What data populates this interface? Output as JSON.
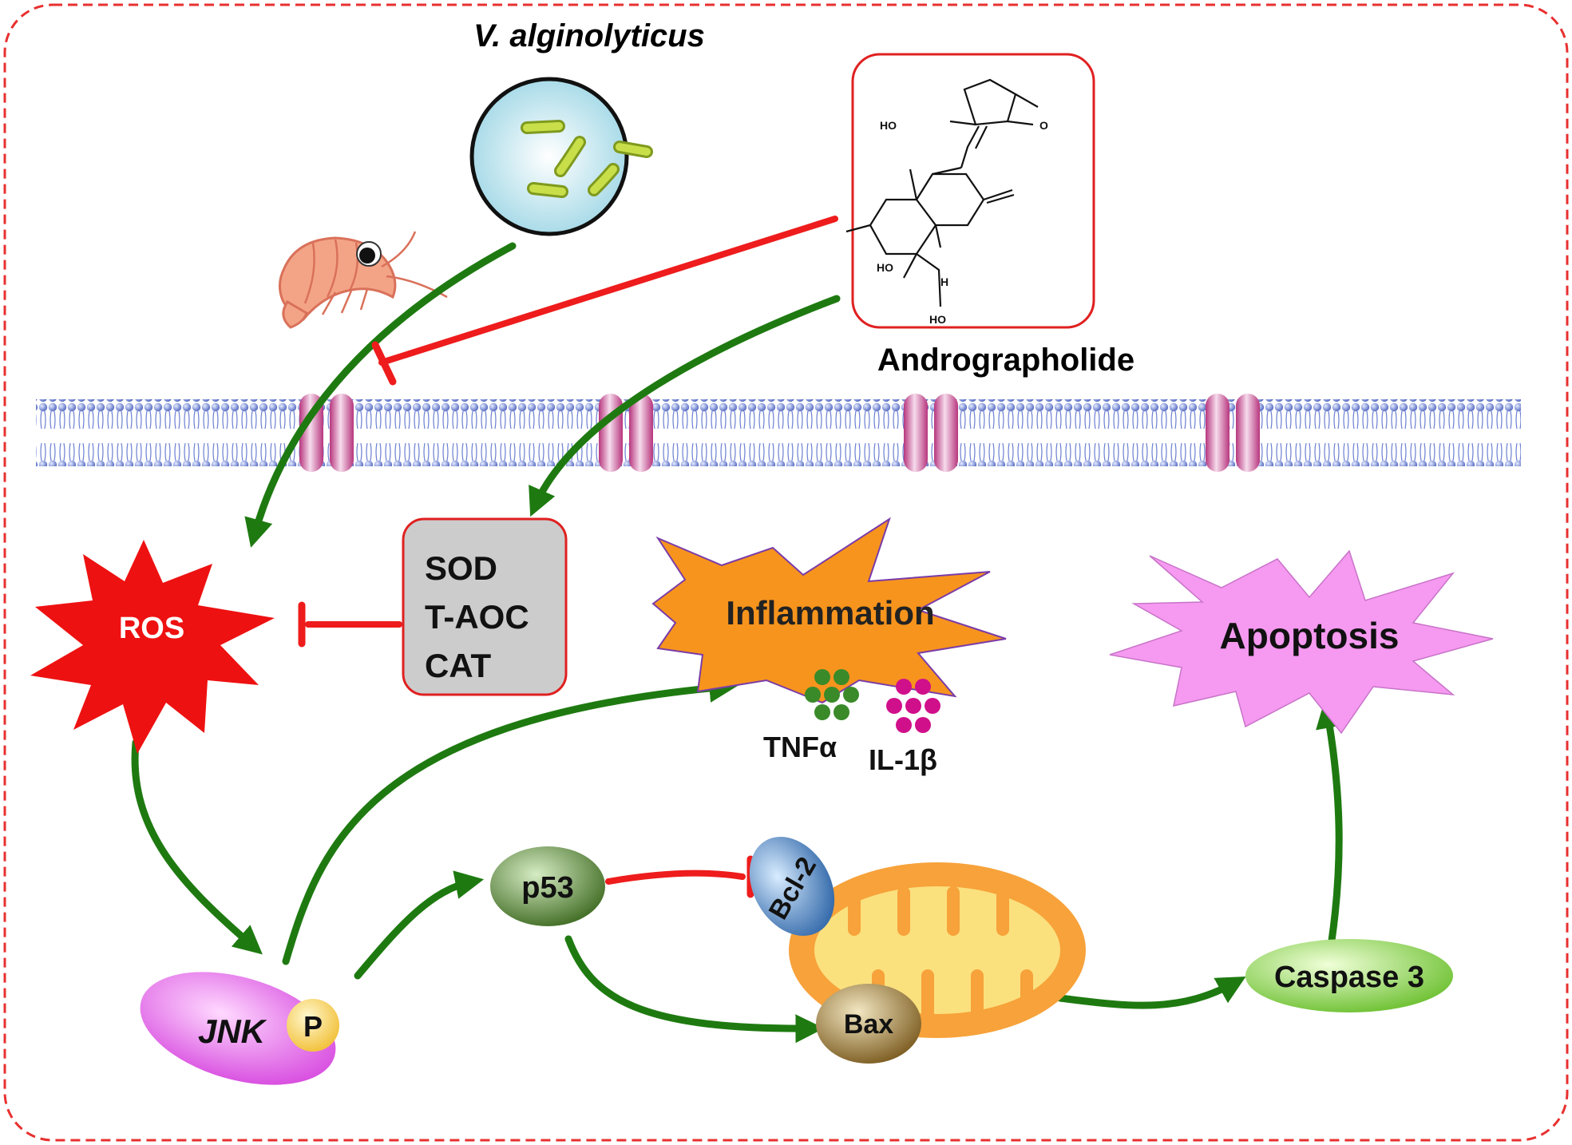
{
  "bacterium": {
    "name": "V. alginolyticus"
  },
  "drug": {
    "name": "Andrographolide",
    "structure_labels": [
      "HO",
      "O",
      "HO",
      "H",
      "HO"
    ]
  },
  "antioxidants": [
    "SOD",
    "T-AOC",
    "CAT"
  ],
  "nodes": {
    "ros": "ROS",
    "inflammation": "Inflammation",
    "apoptosis": "Apoptosis",
    "jnk": "JNK",
    "phospho": "P",
    "p53": "p53",
    "bcl2": "Bcl-2",
    "bax": "Bax",
    "caspase3": "Caspase 3"
  },
  "cytokines": [
    "TNFα",
    "IL-1β"
  ],
  "colors": {
    "activation": "#1e7a10",
    "inhibition": "#ee1c1c",
    "border": "#e83030",
    "ros": "#ee1111",
    "inflammation": "#f7941d",
    "apoptosis": "#f59af0",
    "membrane": "#6a7fd0",
    "channel": "#b7367e",
    "jnk": "#e060e8",
    "p53": "#4d7a2a",
    "bcl2": "#3f78b8",
    "bax": "#8a6d2c",
    "caspase": "#7acc3a",
    "mitochondrion": "#f7a23a",
    "tnf": "#3a8a2a",
    "il1b": "#d0108a"
  }
}
